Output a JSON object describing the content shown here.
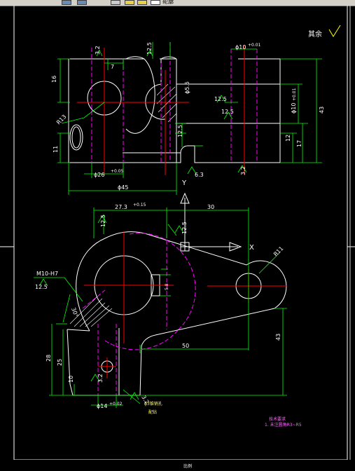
{
  "colors": {
    "background": "#000000",
    "outline": "#ffffff",
    "dimension": "#00ff00",
    "centerline": "#ff0000",
    "hidden": "#ff00ff",
    "text": "#ffffff"
  },
  "toolbar": {
    "label": "轮廓"
  },
  "roughness": {
    "label": "其余"
  },
  "top_view": {
    "dims": {
      "d1": "3.2",
      "d2": "7",
      "d3": "12.5",
      "d4": "ϕ10",
      "d4tol": "+0.01",
      "d5": "16",
      "d6": "ϕ5.5",
      "d7": "12.5",
      "d8": "12.5",
      "d9": "ϕ10",
      "d9tol": "+0.01",
      "d10": "43",
      "d11": "R13",
      "d12": "12.5",
      "d13": "12",
      "d14": "17",
      "d15": "11",
      "d16": "6.3",
      "d17": "ϕ26",
      "d17tol": "+0.05",
      "d18": "3.2",
      "d19": "ϕ45"
    }
  },
  "front_view": {
    "dims": {
      "d1": "27.3",
      "d1tol": "+0.15",
      "d2": "30",
      "d3": "12.5",
      "d4": "12.5",
      "d5": "R11",
      "d6": "M10-H7",
      "d7": "12.5",
      "d8": "30°",
      "d9": "5.8",
      "d10": "50",
      "d11": "43",
      "d12": "28",
      "d13": "25",
      "d14": "10",
      "d15": "3.2",
      "d16": "ϕ14",
      "d16tol": "+0.02",
      "d17": "3.2",
      "note1": "ϕ3锥销孔",
      "note2": "配钻",
      "axis_x": "X",
      "axis_y": "Y"
    }
  },
  "tech_notes": {
    "title": "技术要求",
    "line1": "1. 未注圆角R3~R5"
  },
  "title_block": {
    "text": "比例"
  }
}
